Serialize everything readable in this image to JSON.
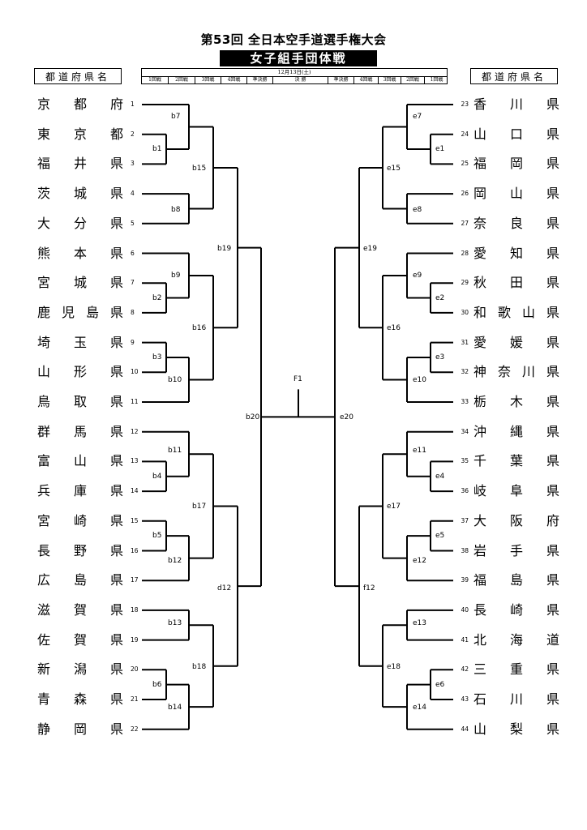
{
  "header": {
    "title": "第53回 全日本空手道選手権大会",
    "subtitle": "女子組手団体戦",
    "pref_col_label": "都道府県名",
    "date": "12月13日(土)",
    "rounds": [
      "1回戦",
      "2回戦",
      "3回戦",
      "4回戦",
      "準決勝",
      "決 勝",
      "準決勝",
      "4回戦",
      "3回戦",
      "2回戦",
      "1回戦"
    ]
  },
  "left_teams": [
    {
      "no": "1",
      "pref": "京都府"
    },
    {
      "no": "2",
      "pref": "東京都"
    },
    {
      "no": "3",
      "pref": "福井県"
    },
    {
      "no": "4",
      "pref": "茨城県"
    },
    {
      "no": "5",
      "pref": "大分県"
    },
    {
      "no": "6",
      "pref": "熊本県"
    },
    {
      "no": "7",
      "pref": "宮城県"
    },
    {
      "no": "8",
      "pref": "鹿児島県"
    },
    {
      "no": "9",
      "pref": "埼玉県"
    },
    {
      "no": "10",
      "pref": "山形県"
    },
    {
      "no": "11",
      "pref": "鳥取県"
    },
    {
      "no": "12",
      "pref": "群馬県"
    },
    {
      "no": "13",
      "pref": "富山県"
    },
    {
      "no": "14",
      "pref": "兵庫県"
    },
    {
      "no": "15",
      "pref": "宮崎県"
    },
    {
      "no": "16",
      "pref": "長野県"
    },
    {
      "no": "17",
      "pref": "広島県"
    },
    {
      "no": "18",
      "pref": "滋賀県"
    },
    {
      "no": "19",
      "pref": "佐賀県"
    },
    {
      "no": "20",
      "pref": "新潟県"
    },
    {
      "no": "21",
      "pref": "青森県"
    },
    {
      "no": "22",
      "pref": "静岡県"
    }
  ],
  "right_teams": [
    {
      "no": "23",
      "pref": "香川県"
    },
    {
      "no": "24",
      "pref": "山口県"
    },
    {
      "no": "25",
      "pref": "福岡県"
    },
    {
      "no": "26",
      "pref": "岡山県"
    },
    {
      "no": "27",
      "pref": "奈良県"
    },
    {
      "no": "28",
      "pref": "愛知県"
    },
    {
      "no": "29",
      "pref": "秋田県"
    },
    {
      "no": "30",
      "pref": "和歌山県"
    },
    {
      "no": "31",
      "pref": "愛媛県"
    },
    {
      "no": "32",
      "pref": "神奈川県"
    },
    {
      "no": "33",
      "pref": "栃木県"
    },
    {
      "no": "34",
      "pref": "沖縄県"
    },
    {
      "no": "35",
      "pref": "千葉県"
    },
    {
      "no": "36",
      "pref": "岐阜県"
    },
    {
      "no": "37",
      "pref": "大阪府"
    },
    {
      "no": "38",
      "pref": "岩手県"
    },
    {
      "no": "39",
      "pref": "福島県"
    },
    {
      "no": "40",
      "pref": "長崎県"
    },
    {
      "no": "41",
      "pref": "北海道"
    },
    {
      "no": "42",
      "pref": "三重県"
    },
    {
      "no": "43",
      "pref": "石川県"
    },
    {
      "no": "44",
      "pref": "山梨県"
    }
  ],
  "matches": {
    "b1": "b1",
    "b2": "b2",
    "b3": "b3",
    "b4": "b4",
    "b5": "b5",
    "b6": "b6",
    "b7": "b7",
    "b8": "b8",
    "b9": "b9",
    "b10": "b10",
    "b11": "b11",
    "b12": "b12",
    "b13": "b13",
    "b14": "b14",
    "b15": "b15",
    "b16": "b16",
    "b17": "b17",
    "b18": "b18",
    "b19": "b19",
    "d12": "d12",
    "b20": "b20",
    "e1": "e1",
    "e2": "e2",
    "e3": "e3",
    "e4": "e4",
    "e5": "e5",
    "e6": "e6",
    "e7": "e7",
    "e8": "e8",
    "e9": "e9",
    "e10": "e10",
    "e11": "e11",
    "e12": "e12",
    "e13": "e13",
    "e14": "e14",
    "e15": "e15",
    "e16": "e16",
    "e17": "e17",
    "e18": "e18",
    "e19": "e19",
    "f12": "f12",
    "e20": "e20",
    "F1": "F1"
  }
}
